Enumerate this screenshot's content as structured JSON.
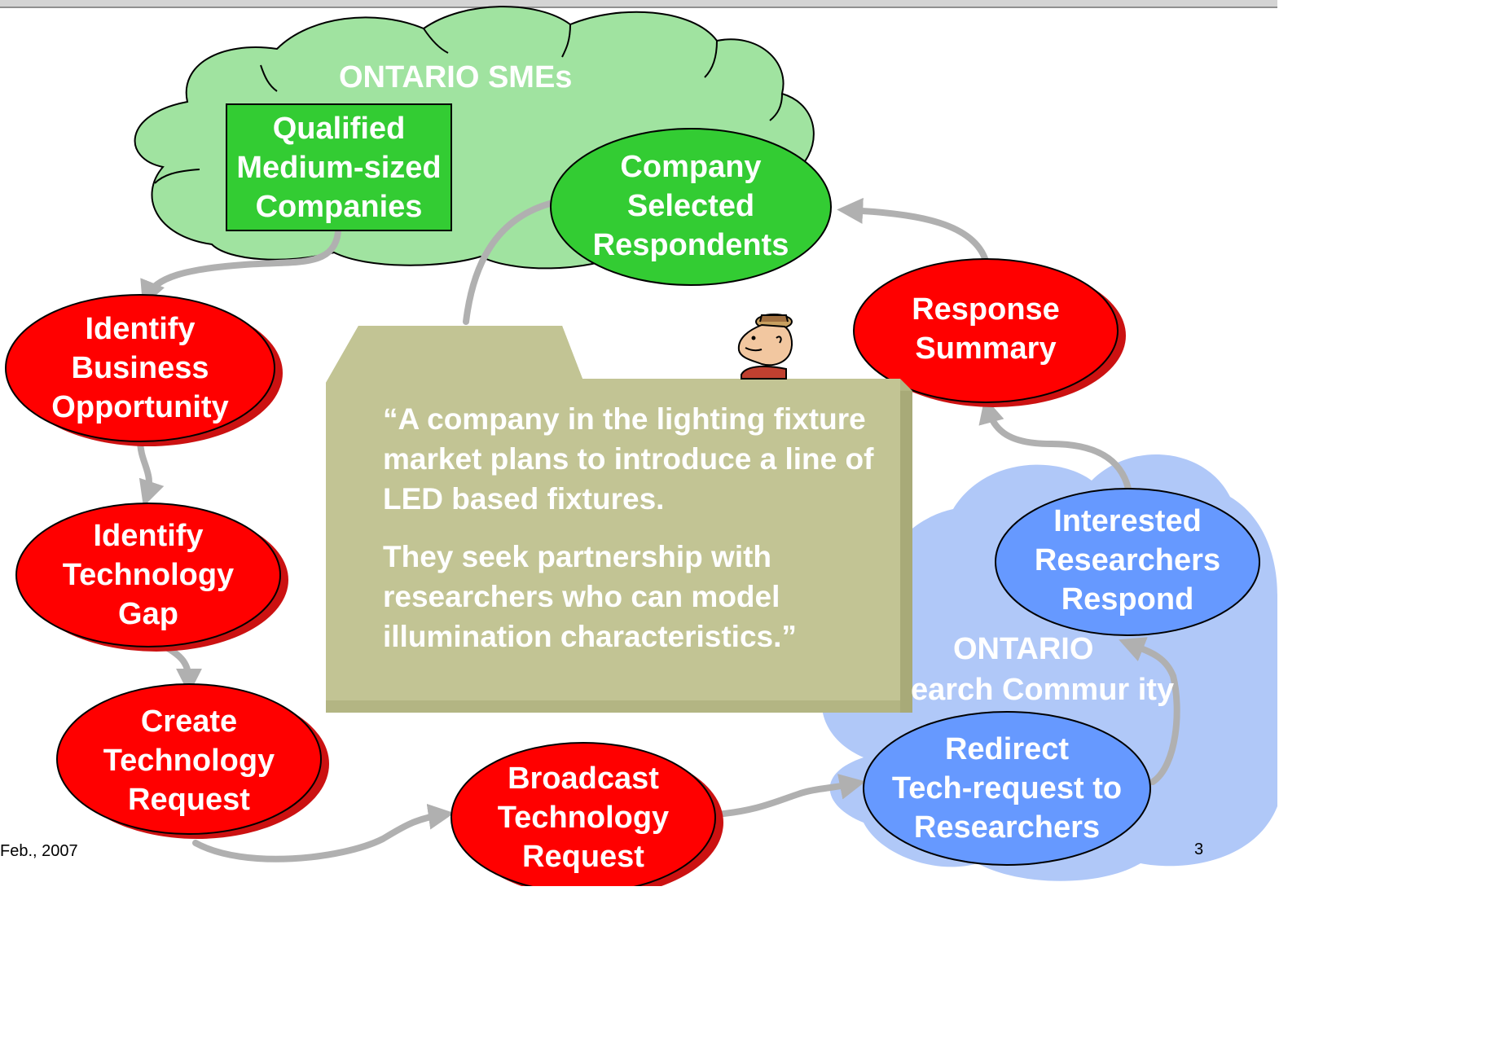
{
  "sme_cloud": {
    "title": "ONTARIO SMEs",
    "qualified_box": [
      "Qualified",
      "Medium-sized",
      "Companies"
    ],
    "company_selected": [
      "Company",
      "Selected",
      "Respondents"
    ]
  },
  "research_cloud": {
    "title_lines": [
      "ONTARIO",
      "earch Commur ity"
    ],
    "interested": [
      "Interested",
      "Researchers",
      "Respond"
    ],
    "redirect": [
      "Redirect",
      "Tech-request to",
      "Researchers"
    ]
  },
  "process_steps": {
    "identify_business": [
      "Identify",
      "Business",
      "Opportunity"
    ],
    "identify_technology": [
      "Identify",
      "Technology",
      "Gap"
    ],
    "create_request": [
      "Create",
      "Technology",
      "Request"
    ],
    "broadcast_request": [
      "Broadcast",
      "Technology",
      "Request"
    ],
    "response_summary": [
      "Response",
      "Summary"
    ]
  },
  "quote": {
    "paragraph_1": "“A company in the lighting fixture market plans to introduce a line of LED based fixtures.",
    "paragraph_2": "They seek partnership with researchers who can model illumination characteristics.”"
  },
  "footer": {
    "date": "Feb., 2007",
    "page_number": "3"
  },
  "colors": {
    "sme_cloud": "#a0e3a0",
    "green_node": "#33cc33",
    "red_node": "#ff0000",
    "blue_node": "#6699ff",
    "research_cloud": "#b0c8f8",
    "folder": "#c2c494",
    "arrow": "#b0b0b0"
  }
}
